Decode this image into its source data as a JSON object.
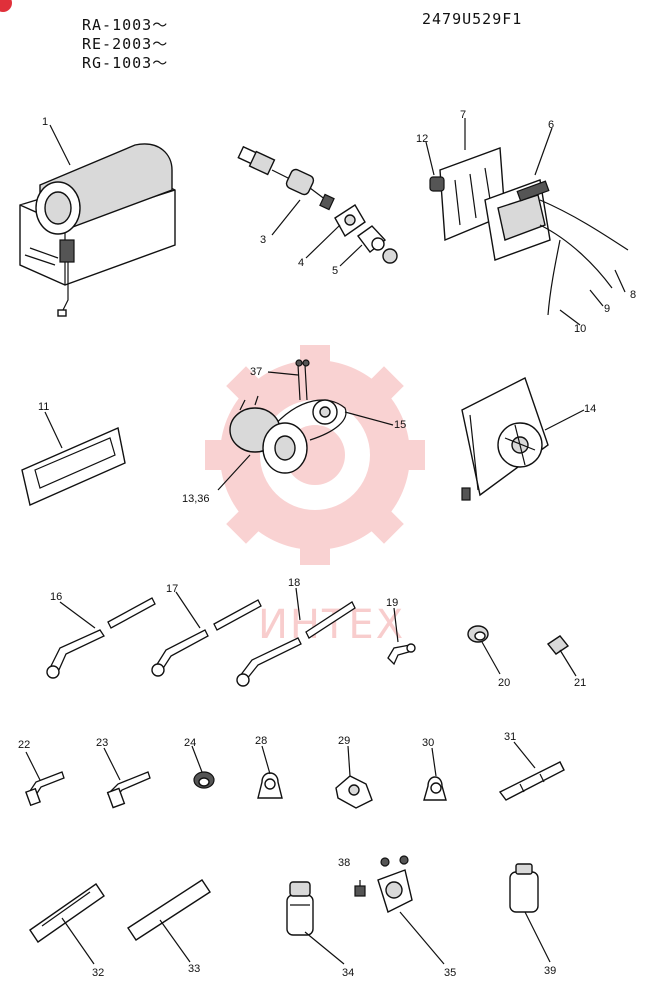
{
  "header": {
    "models": [
      "RA-1003～",
      "RE-2003～",
      "RG-1003～"
    ],
    "drawing_code": "2479U529F1"
  },
  "watermark": {
    "text": "ИНТЕХ",
    "color": "#f3a5a5"
  },
  "parts": [
    "1",
    "3",
    "4",
    "5",
    "6",
    "7",
    "8",
    "9",
    "10",
    "12",
    "11",
    "37",
    "15",
    "14",
    "13,36",
    "16",
    "17",
    "18",
    "19",
    "20",
    "21",
    "22",
    "23",
    "24",
    "28",
    "29",
    "30",
    "31",
    "32",
    "33",
    "34",
    "35",
    "38",
    "39"
  ],
  "colors": {
    "line": "#111111",
    "accent": "#e0303a"
  }
}
